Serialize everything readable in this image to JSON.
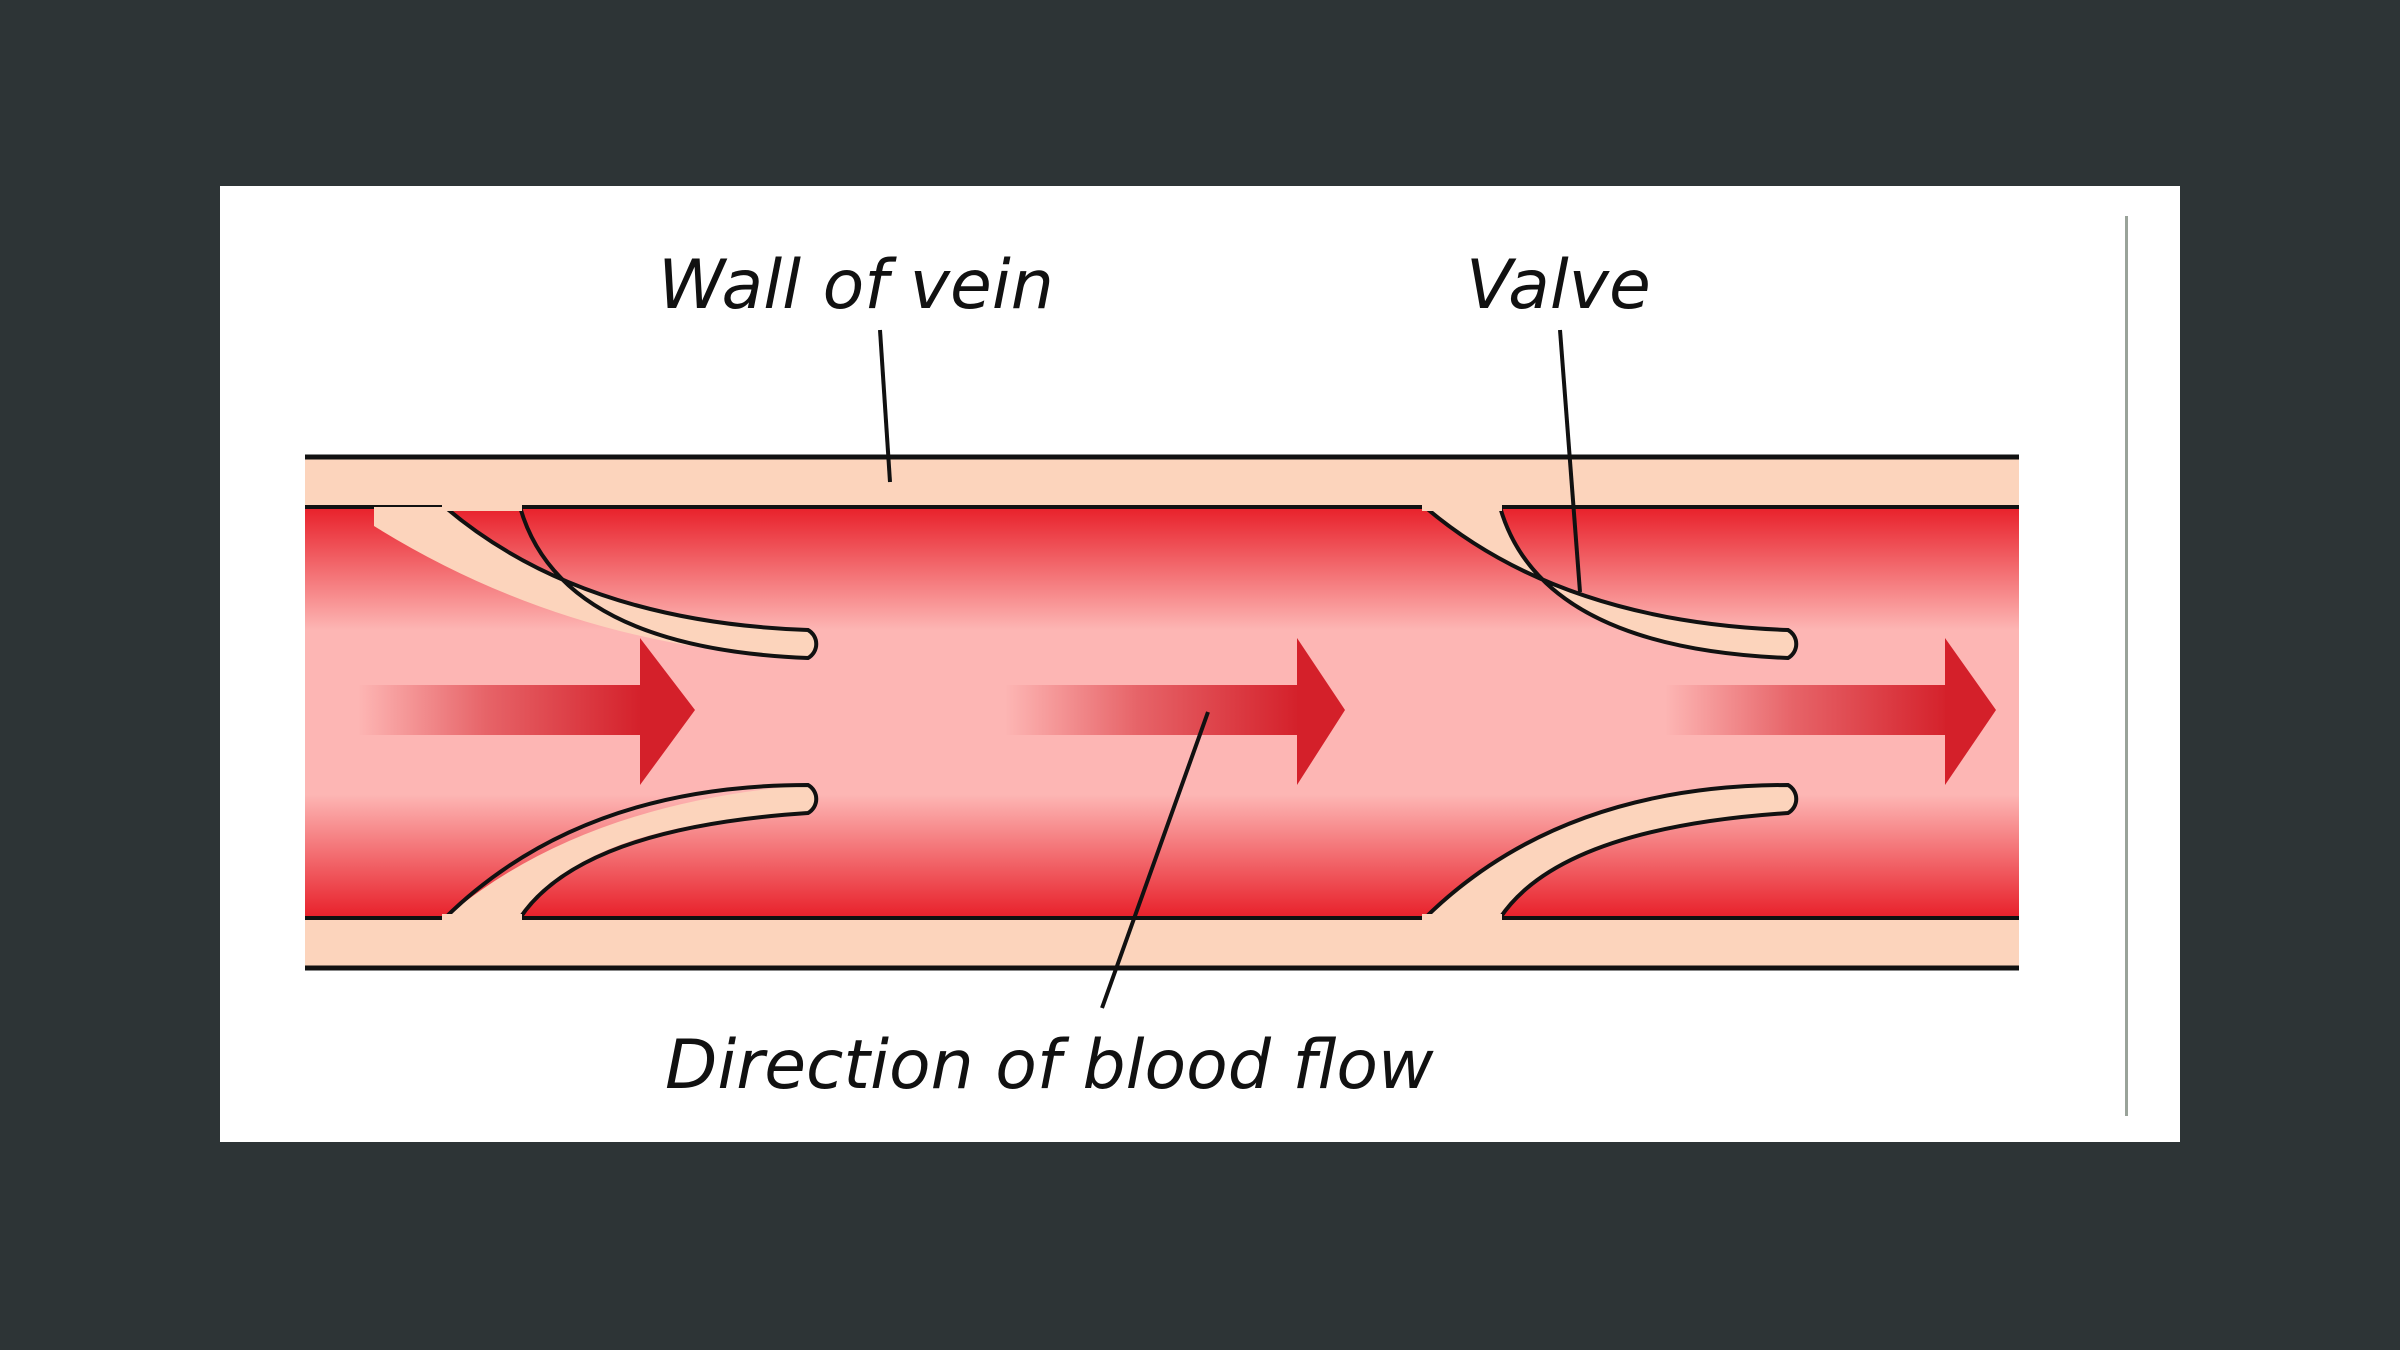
{
  "diagram": {
    "labels": {
      "wall": "Wall of vein",
      "valve": "Valve",
      "flow": "Direction of blood flow"
    },
    "colors": {
      "background": "#2d3436",
      "card": "#ffffff",
      "wall": "#fcd4bc",
      "blood_edge": "#e8202a",
      "blood_center": "#fdb6b4",
      "arrow": "#d4202a",
      "outline": "#111111"
    }
  }
}
